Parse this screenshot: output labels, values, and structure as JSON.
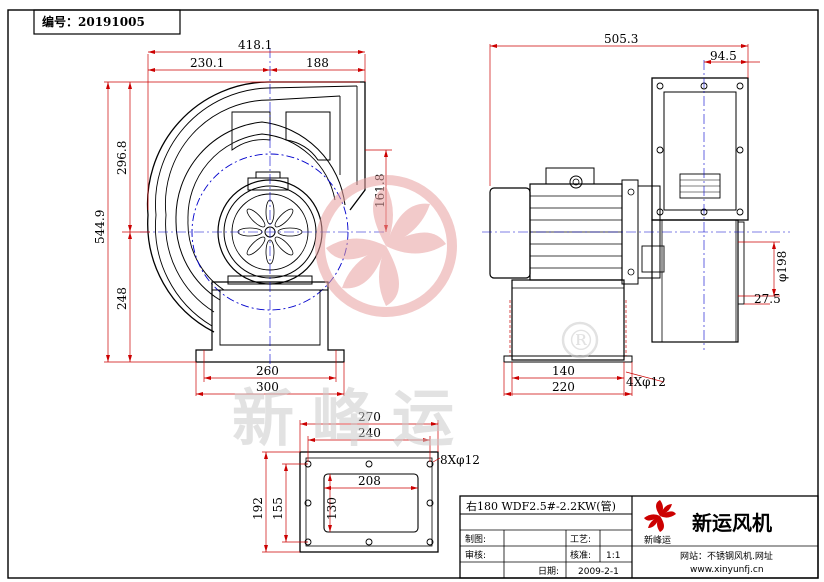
{
  "drawing_number": "编号：20191005",
  "colors": {
    "dimension": "#cc0000",
    "centerline": "#0000cc",
    "outline": "#000000",
    "watermark": "#e8a0a0",
    "watermark_text": "#cccccc"
  },
  "front_view": {
    "width": "418.1",
    "left_part": "230.1",
    "right_part": "188",
    "total_height": "544.9",
    "upper_height": "296.8",
    "lower_height": "248",
    "outlet_offset": "161.8",
    "base_inner": "260",
    "base_outer": "300"
  },
  "side_view": {
    "total_length": "505.3",
    "outlet_width": "94.5",
    "inlet_diameter": "φ198",
    "inlet_offset": "27.5",
    "base_inner": "140",
    "base_outer": "220",
    "bolt_holes": "4Xφ12"
  },
  "flange_view": {
    "outer_width": "270",
    "bolt_spacing": "240",
    "opening_width": "208",
    "bolt_holes": "8Xφ12",
    "outer_height": "192",
    "bolt_spacing_v": "155",
    "opening_height": "130"
  },
  "title_block": {
    "product": "右180  WDF2.5#-2.2KW(管)",
    "label_draw": "制图:",
    "label_process": "工艺:",
    "label_check": "审核:",
    "label_verify": "核准:",
    "scale": "1:1",
    "label_date": "日期:",
    "date": "2009-2-1",
    "company": "新运风机",
    "logo_text": "新峰运",
    "website_line": "网站：不锈钢风机.网址",
    "url": "www.xinyunfj.cn"
  },
  "watermark": {
    "brand": "新峰运",
    "registered": "®"
  }
}
